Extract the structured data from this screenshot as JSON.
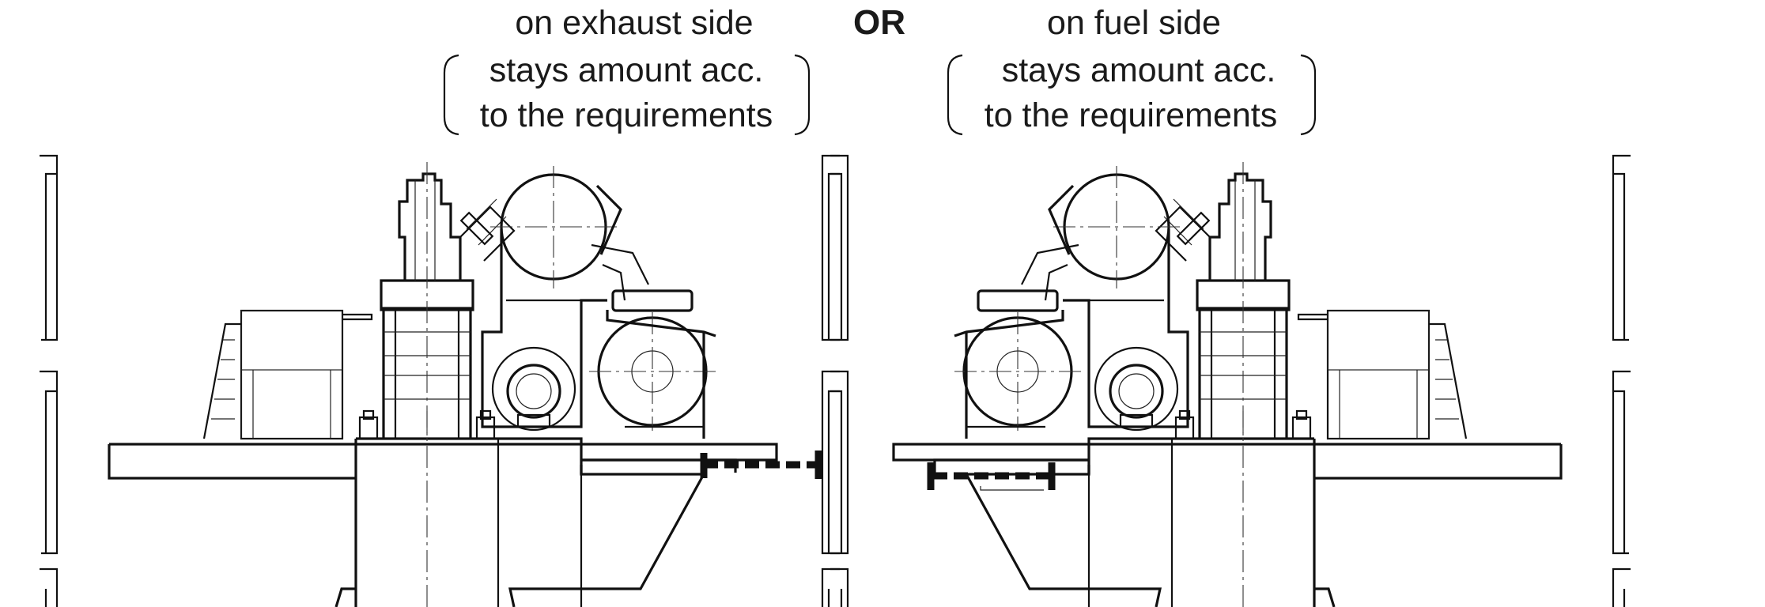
{
  "labels": {
    "exhaust_line1": "on exhaust side",
    "exhaust_line2": "stays amount acc.",
    "exhaust_line3": "to the requirements",
    "or": "OR",
    "fuel_line1": "on fuel side",
    "fuel_line2": "stays amount acc.",
    "fuel_line3": "to the requirements"
  }
}
